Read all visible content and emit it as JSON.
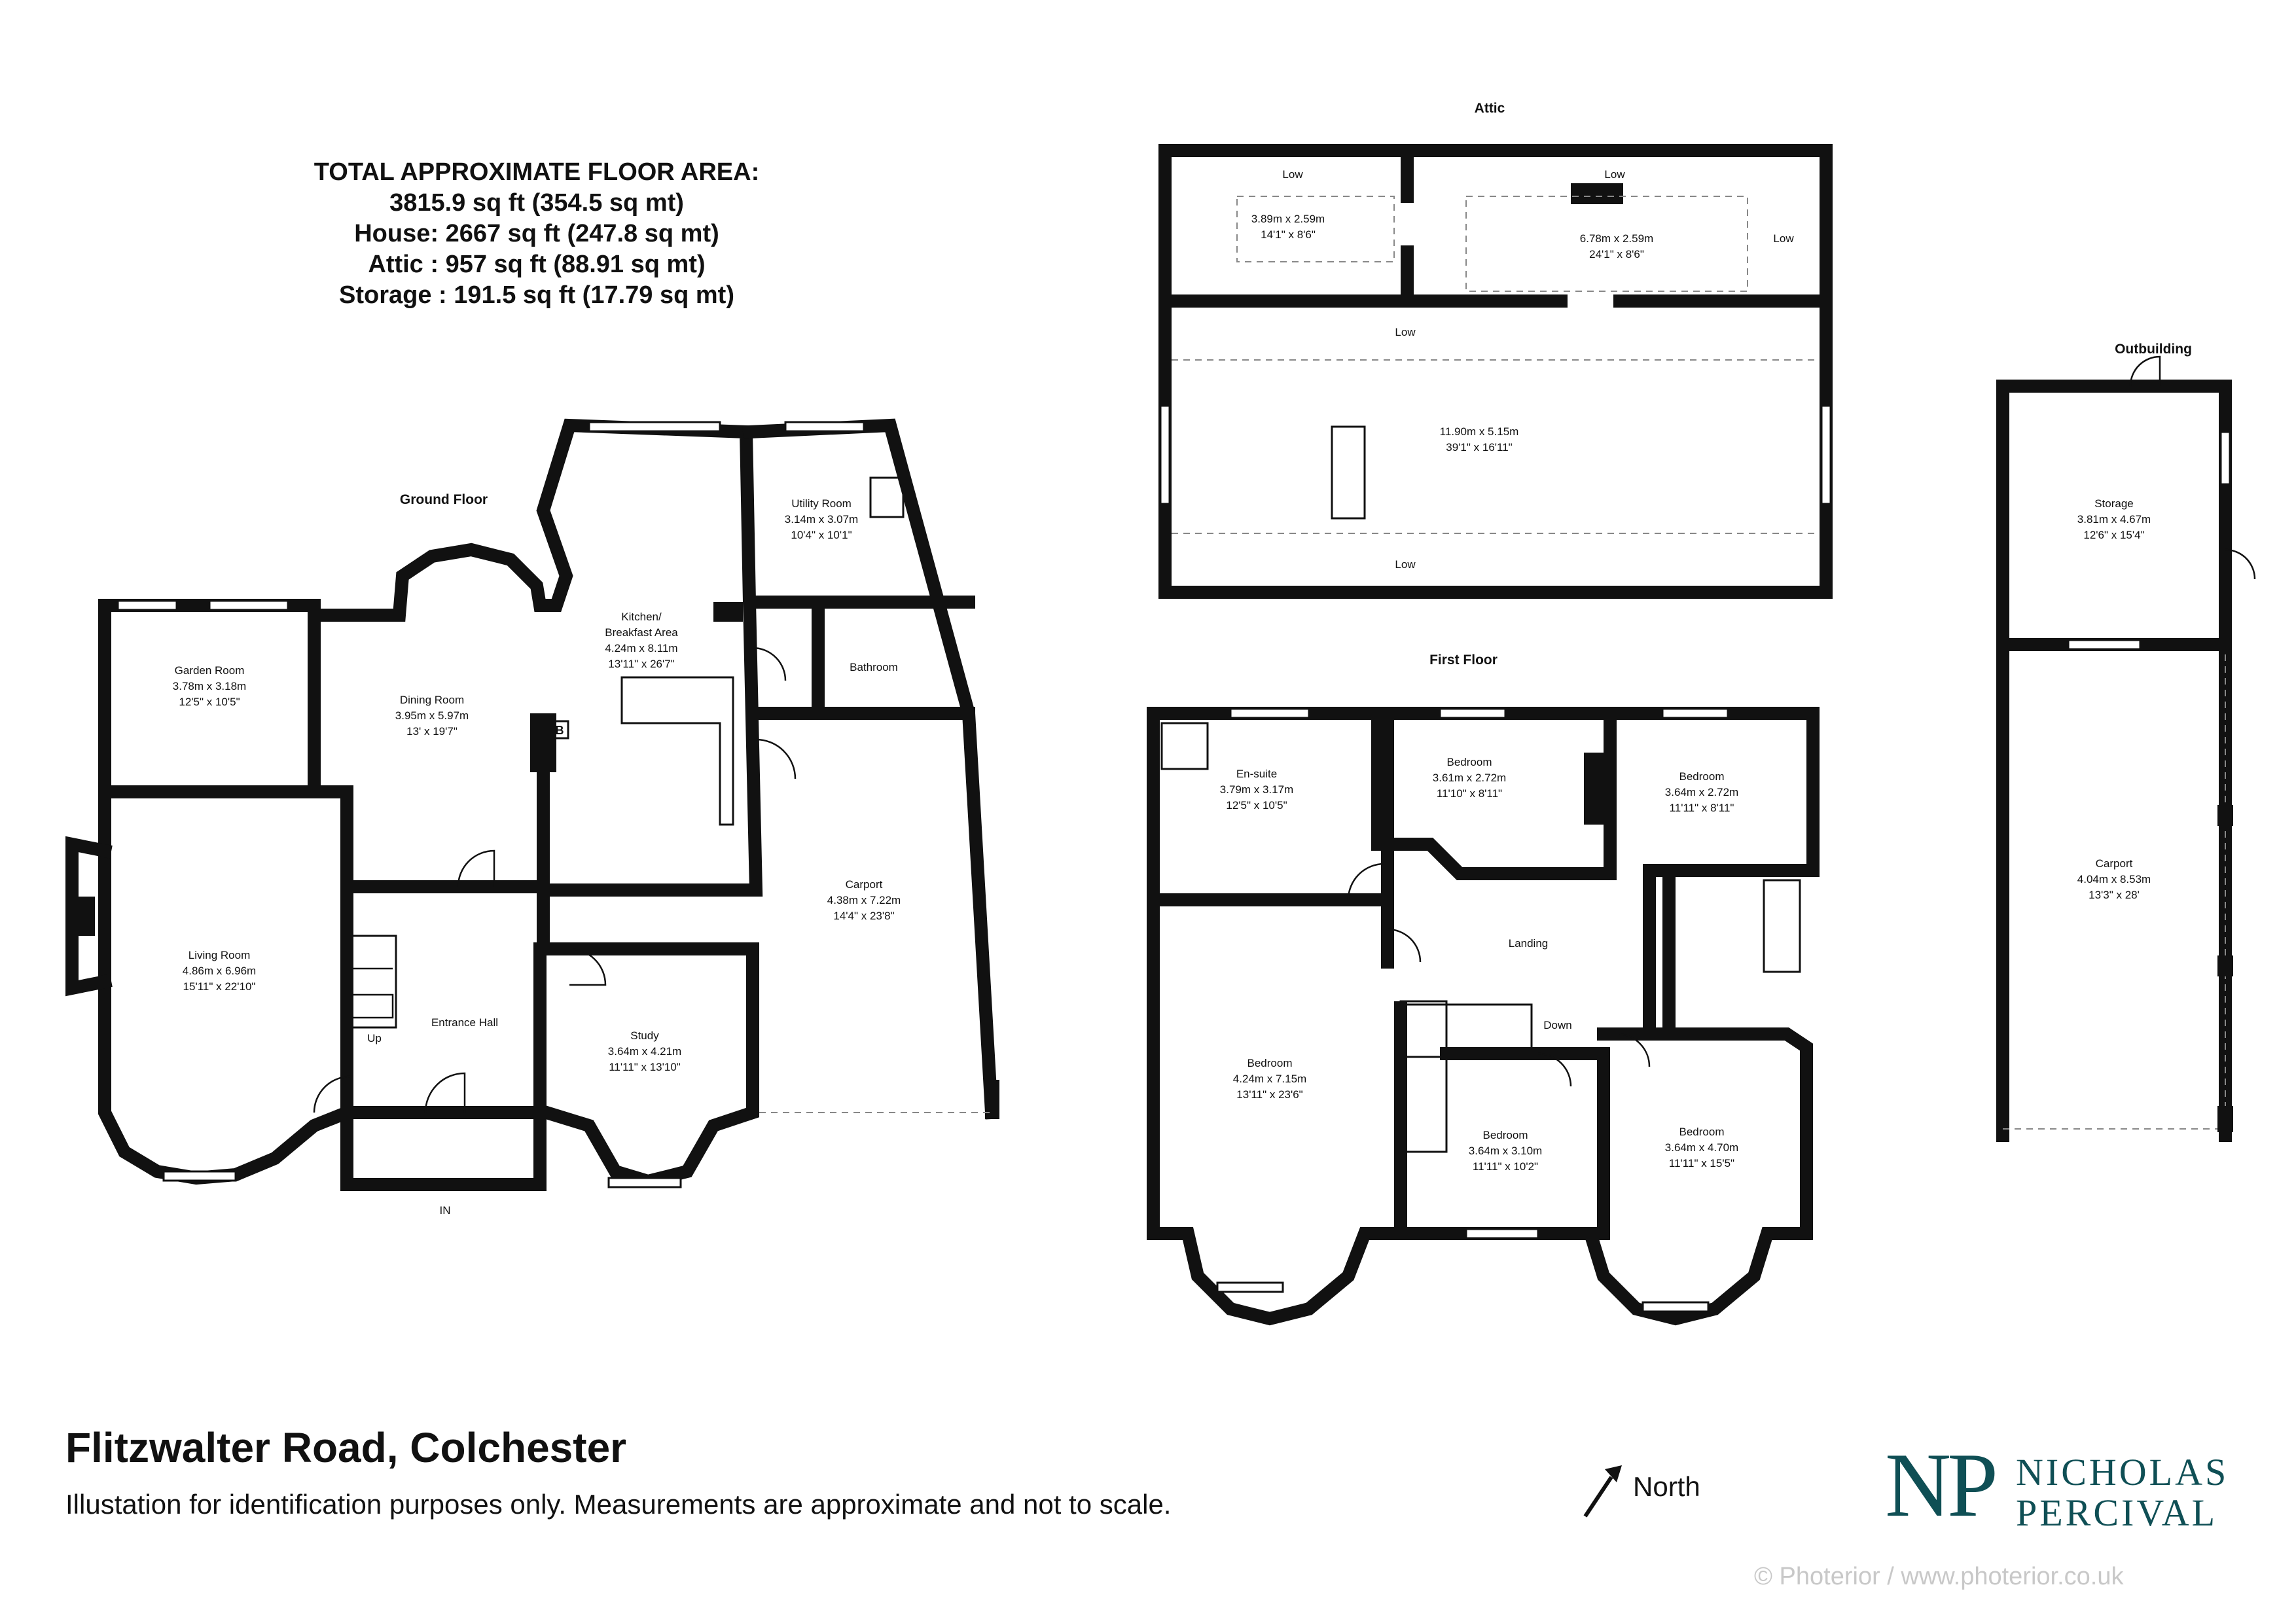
{
  "area": {
    "lines": [
      "TOTAL APPROXIMATE FLOOR AREA:",
      "3815.9 sq ft (354.5 sq mt)",
      "House: 2667 sq ft (247.8 sq mt)",
      "Attic : 957 sq ft (88.91 sq mt)",
      "Storage : 191.5 sq ft (17.79 sq mt)"
    ]
  },
  "floors": {
    "ground": "Ground Floor",
    "attic": "Attic",
    "first": "First Floor",
    "outbuilding": "Outbuilding"
  },
  "ground_rooms": [
    {
      "name": "Garden Room",
      "metric": "3.78m x 3.18m",
      "imperial": "12'5\" x 10'5\""
    },
    {
      "name": "Dining Room",
      "metric": "3.95m x 5.97m",
      "imperial": "13' x 19'7\""
    },
    {
      "name": "Kitchen/",
      "name2": "Breakfast Area",
      "metric": "4.24m x 8.11m",
      "imperial": "13'11\" x 26'7\""
    },
    {
      "name": "Utility Room",
      "metric": "3.14m x 3.07m",
      "imperial": "10'4\" x 10'1\""
    },
    {
      "name": "Bathroom"
    },
    {
      "name": "Living Room",
      "metric": "4.86m x 6.96m",
      "imperial": "15'11\" x 22'10\""
    },
    {
      "name": "Entrance Hall"
    },
    {
      "name": "Study",
      "metric": "3.64m x 4.21m",
      "imperial": "11'11\" x 13'10\""
    },
    {
      "name": "Carport",
      "metric": "4.38m x 7.22m",
      "imperial": "14'4\" x 23'8\""
    }
  ],
  "ground_notes": {
    "up": "Up",
    "in": "IN",
    "boiler": "B"
  },
  "attic_rooms": [
    {
      "metric": "3.89m x 2.59m",
      "imperial": "14'1\" x 8'6\""
    },
    {
      "metric": "6.78m x 2.59m",
      "imperial": "24'1\" x 8'6\""
    },
    {
      "metric": "11.90m x 5.15m",
      "imperial": "39'1\" x 16'11\""
    }
  ],
  "attic_notes": [
    "Low",
    "Low",
    "Low",
    "Low",
    "Low"
  ],
  "first_rooms": [
    {
      "name": "En-suite",
      "metric": "3.79m x 3.17m",
      "imperial": "12'5\" x 10'5\""
    },
    {
      "name": "Bedroom",
      "metric": "3.61m x 2.72m",
      "imperial": "11'10\" x 8'11\""
    },
    {
      "name": "Bedroom",
      "metric": "3.64m x 2.72m",
      "imperial": "11'11\" x 8'11\""
    },
    {
      "name": "Landing"
    },
    {
      "name": "Bedroom",
      "metric": "4.24m x 7.15m",
      "imperial": "13'11\" x 23'6\""
    },
    {
      "name": "Bedroom",
      "metric": "3.64m x 3.10m",
      "imperial": "11'11\" x 10'2\""
    },
    {
      "name": "Bedroom",
      "metric": "3.64m x 4.70m",
      "imperial": "11'11\" x 15'5\""
    }
  ],
  "first_notes": {
    "down": "Down"
  },
  "out_rooms": [
    {
      "name": "Storage",
      "metric": "3.81m x 4.67m",
      "imperial": "12'6\" x 15'4\""
    },
    {
      "name": "Carport",
      "metric": "4.04m x 8.53m",
      "imperial": "13'3\" x 28'"
    }
  ],
  "footer": {
    "title": "Flitzwalter Road, Colchester",
    "disclaimer": "Illustation for identification purposes only. Measurements are approximate and not to scale.",
    "north": "North",
    "credit": "© Photerior / www.photerior.co.uk"
  },
  "brand": {
    "initials": "NP",
    "line1": "NICHOLAS",
    "line2": "PERCIVAL",
    "color": "#0f4f55"
  }
}
